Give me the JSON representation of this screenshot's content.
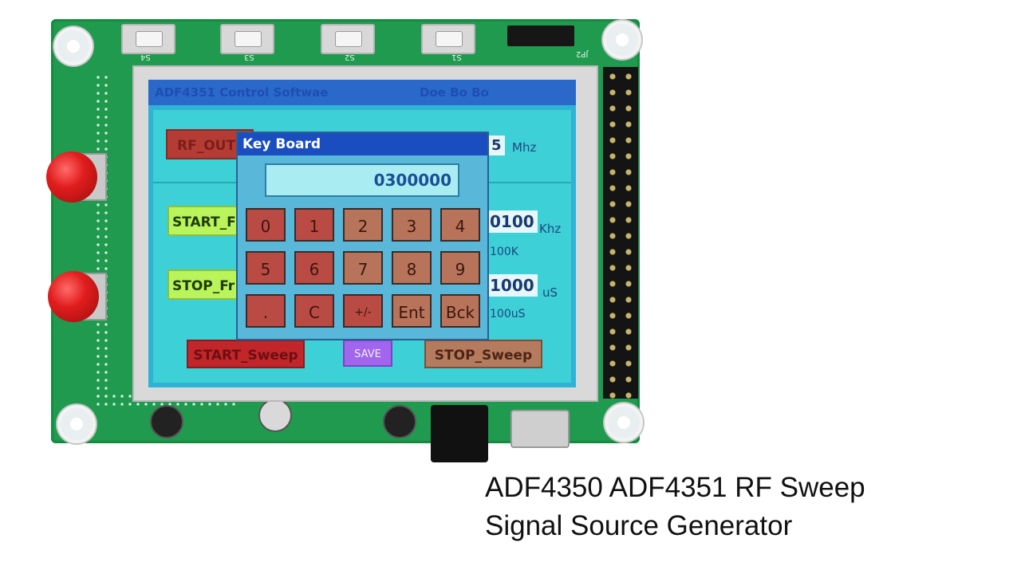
{
  "board": {
    "switch_labels": [
      "S4",
      "S3",
      "S2",
      "S1"
    ],
    "header_label": "JP2",
    "pcb_color": "#1f9a4e"
  },
  "app": {
    "title": "ADF4351  Control  Softwae",
    "title_right": "Doe Bo Bo"
  },
  "rf": {
    "label": "RF_OUT",
    "value": "5",
    "unit": "Mhz"
  },
  "start": {
    "label": "START_F",
    "value": "0100",
    "unit": "Khz",
    "sub": "100K"
  },
  "stop": {
    "label": "STOP_Fr",
    "value": "1000",
    "unit": "uS",
    "sub": "100uS"
  },
  "actions": {
    "start_sweep": "START_Sweep",
    "save": "SAVE",
    "stop_sweep": "STOP_Sweep"
  },
  "keyboard": {
    "title": "Key Board",
    "display": "0300000",
    "keys": [
      "0",
      "1",
      "2",
      "3",
      "4",
      "5",
      "6",
      "7",
      "8",
      "9",
      ".",
      "C",
      "+/-",
      "Ent",
      "Bck"
    ]
  },
  "caption": {
    "line1": "ADF4350 ADF4351 RF Sweep",
    "line2": "Signal Source Generator"
  }
}
